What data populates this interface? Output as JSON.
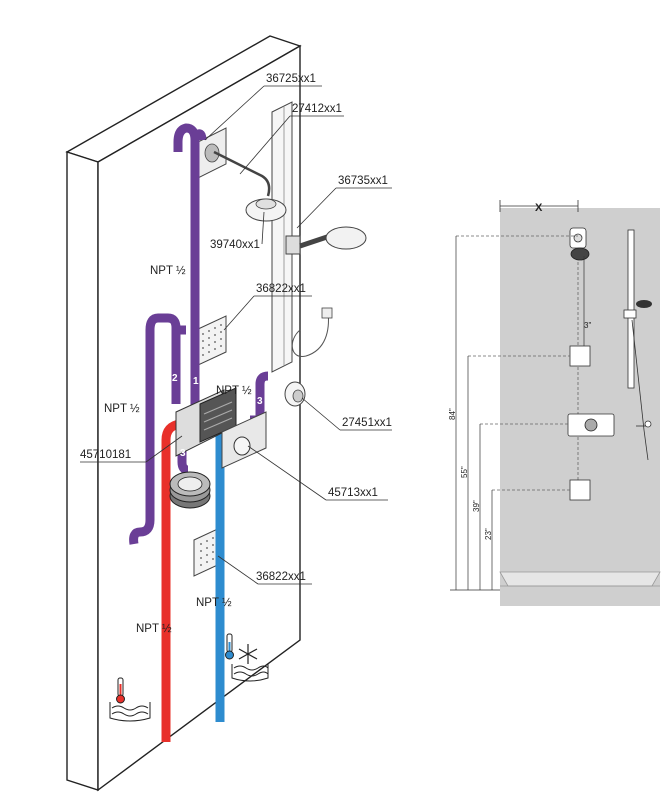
{
  "colors": {
    "purple": "#6a3e96",
    "hot": "#e8302a",
    "cold": "#2e8ccf",
    "wall": "#ffffff",
    "plan_bg": "#cfcfcf"
  },
  "callouts": {
    "overhead_arm": "36725xx1",
    "slide_bar": "27412xx1",
    "hand_shower": "36735xx1",
    "overhead_shower": "39740xx1",
    "body_jet_upper": "36822xx1",
    "wall_outlet": "27451xx1",
    "thermostat_trim": "45713xx1",
    "rough_valve": "45710181",
    "body_jet_lower": "36822xx1"
  },
  "connections": {
    "npt_purple_upper": "NPT ½",
    "npt_purple_left": "NPT ½",
    "npt_purple_right": "NPT ½",
    "npt_hot": "NPT ½",
    "npt_cold": "NPT ½"
  },
  "outlet_numbers": [
    "1",
    "2",
    "3",
    "3"
  ],
  "plan_view": {
    "width_label": "X",
    "dim_84": "84\"",
    "dim_55": "55\"",
    "dim_39": "39\"",
    "dim_23": "23\"",
    "dim_3": "3\""
  },
  "icons": [
    "hot-water-thermometer-icon",
    "cold-water-snowflake-icon"
  ]
}
